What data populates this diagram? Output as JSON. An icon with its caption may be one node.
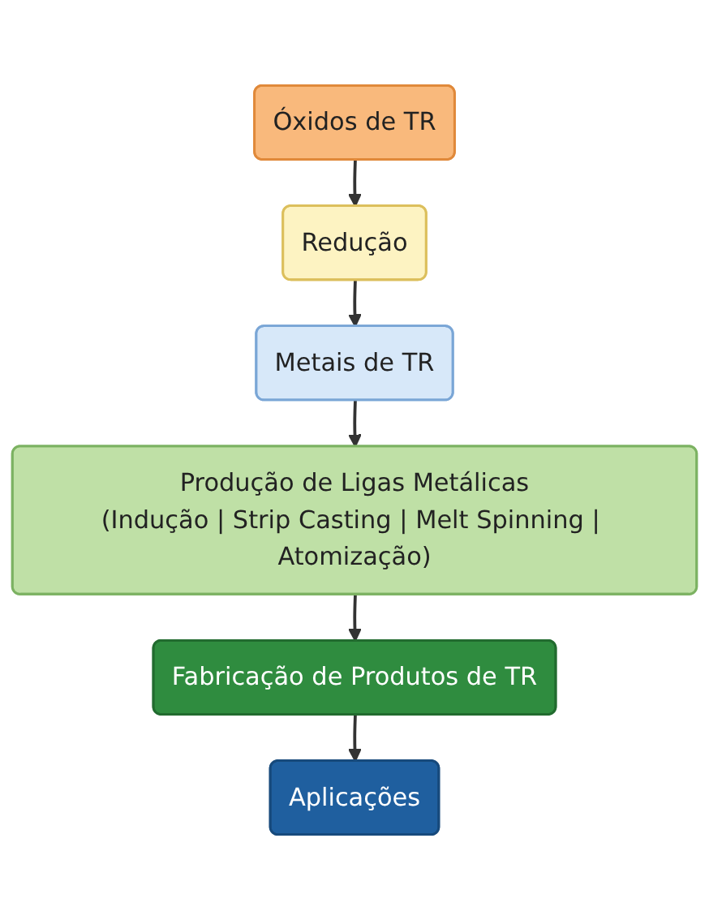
{
  "diagram": {
    "nodes": [
      {
        "text": [
          "Óxidos de TR"
        ]
      },
      {
        "text": [
          "Redução"
        ]
      },
      {
        "text": [
          "Metais de TR"
        ]
      },
      {
        "text": [
          "Produção de Ligas Metálicas",
          "(Indução | Strip Casting | Melt Spinning | Atomização)"
        ]
      },
      {
        "text": [
          "Fabricação de Produtos de TR"
        ]
      },
      {
        "text": [
          "Aplicações"
        ]
      }
    ],
    "edges": [
      {
        "from": 0,
        "to": 1,
        "arrow": "to"
      },
      {
        "from": 1,
        "to": 2,
        "arrow": "to"
      },
      {
        "from": 2,
        "to": 3,
        "arrow": "to"
      },
      {
        "from": 3,
        "to": 4,
        "arrow": "to"
      },
      {
        "from": 4,
        "to": 5,
        "arrow": "to"
      }
    ]
  }
}
